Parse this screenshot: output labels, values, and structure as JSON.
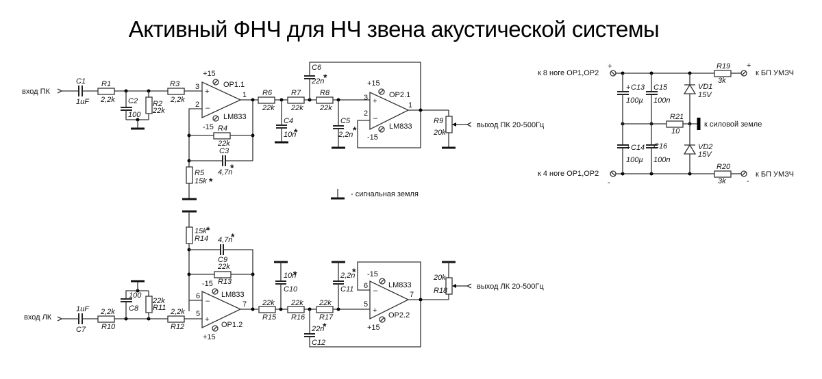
{
  "title": "Активный ФНЧ для НЧ звена акустической системы",
  "legend": {
    "signal_ground": "- сигнальная земля"
  },
  "channels": {
    "right": {
      "input_label": "вход ПК",
      "output_label": "выход ПК  20-500Гц",
      "op_a": {
        "name": "OP1.1",
        "type": "LM833",
        "vpos": "+15",
        "vneg": "-15",
        "pin_in_pos": "3",
        "pin_in_neg": "2",
        "pin_out": "1"
      },
      "op_b": {
        "name": "OP2.1",
        "type": "LM833",
        "vpos": "+15",
        "vneg": "-15",
        "pin_in_pos": "3",
        "pin_in_neg": "2",
        "pin_out": "1"
      },
      "C1": {
        "ref": "C1",
        "value": "1uF"
      },
      "R1": {
        "ref": "R1",
        "value": "2,2k"
      },
      "C2": {
        "ref": "C2",
        "value": "100"
      },
      "R2": {
        "ref": "R2",
        "value": "22k"
      },
      "R3": {
        "ref": "R3",
        "value": "2,2k"
      },
      "R4": {
        "ref": "R4",
        "value": "22k"
      },
      "C3": {
        "ref": "C3",
        "value": "4,7n"
      },
      "R5": {
        "ref": "R5",
        "value": "15k"
      },
      "R6": {
        "ref": "R6",
        "value": "22k"
      },
      "R7": {
        "ref": "R7",
        "value": "22k"
      },
      "R8": {
        "ref": "R8",
        "value": "22k"
      },
      "C4": {
        "ref": "C4",
        "value": "10n"
      },
      "C5": {
        "ref": "C5",
        "value": "2,2n"
      },
      "C6": {
        "ref": "C6",
        "value": "22n"
      },
      "R9": {
        "ref": "R9",
        "value": "20k"
      }
    },
    "left": {
      "input_label": "вход ЛК",
      "output_label": "выход ЛК  20-500Гц",
      "op_a": {
        "name": "OP1.2",
        "type": "LM833",
        "vpos": "+15",
        "vneg": "-15",
        "pin_in_pos": "5",
        "pin_in_neg": "6",
        "pin_out": "7"
      },
      "op_b": {
        "name": "OP2.2",
        "type": "LM833",
        "vpos": "+15",
        "vneg": "-15",
        "pin_in_pos": "5",
        "pin_in_neg": "6",
        "pin_out": "7"
      },
      "C7": {
        "ref": "C7",
        "value": "1uF"
      },
      "R10": {
        "ref": "R10",
        "value": "2,2k"
      },
      "C8": {
        "ref": "C8",
        "value": "100"
      },
      "R11": {
        "ref": "R11",
        "value": "22k"
      },
      "R12": {
        "ref": "R12",
        "value": "2,2k"
      },
      "R13": {
        "ref": "R13",
        "value": "22k"
      },
      "C9": {
        "ref": "C9",
        "value": "4,7n"
      },
      "R14": {
        "ref": "R14",
        "value": "15k"
      },
      "R15": {
        "ref": "R15",
        "value": "22k"
      },
      "R16": {
        "ref": "R16",
        "value": "22k"
      },
      "R17": {
        "ref": "R17",
        "value": "22k"
      },
      "C10": {
        "ref": "C10",
        "value": "10n"
      },
      "C11": {
        "ref": "C11",
        "value": "2,2n"
      },
      "C12": {
        "ref": "C12",
        "value": "22n"
      },
      "R18": {
        "ref": "R18",
        "value": "20k"
      }
    }
  },
  "power": {
    "top_left_label": "к  8 ноге  OP1,OP2",
    "bottom_left_label": "к  4 ноге  OP1,OP2",
    "top_right_label": "к БП УМЗЧ",
    "bottom_right_label": "к БП УМЗЧ",
    "ground_label": "к силовой земле",
    "plus": "+",
    "minus": "-",
    "C13": {
      "ref": "C13",
      "value": "100µ"
    },
    "C14": {
      "ref": "C14",
      "value": "100µ"
    },
    "C15": {
      "ref": "C15",
      "value": "100n"
    },
    "C16": {
      "ref": "C16",
      "value": "100n"
    },
    "R19": {
      "ref": "R19",
      "value": "3k"
    },
    "R20": {
      "ref": "R20",
      "value": "3k"
    },
    "R21": {
      "ref": "R21",
      "value": "10"
    },
    "VD1": {
      "ref": "VD1",
      "value": "15V"
    },
    "VD2": {
      "ref": "VD2",
      "value": "15V"
    }
  },
  "star_mark": "*"
}
